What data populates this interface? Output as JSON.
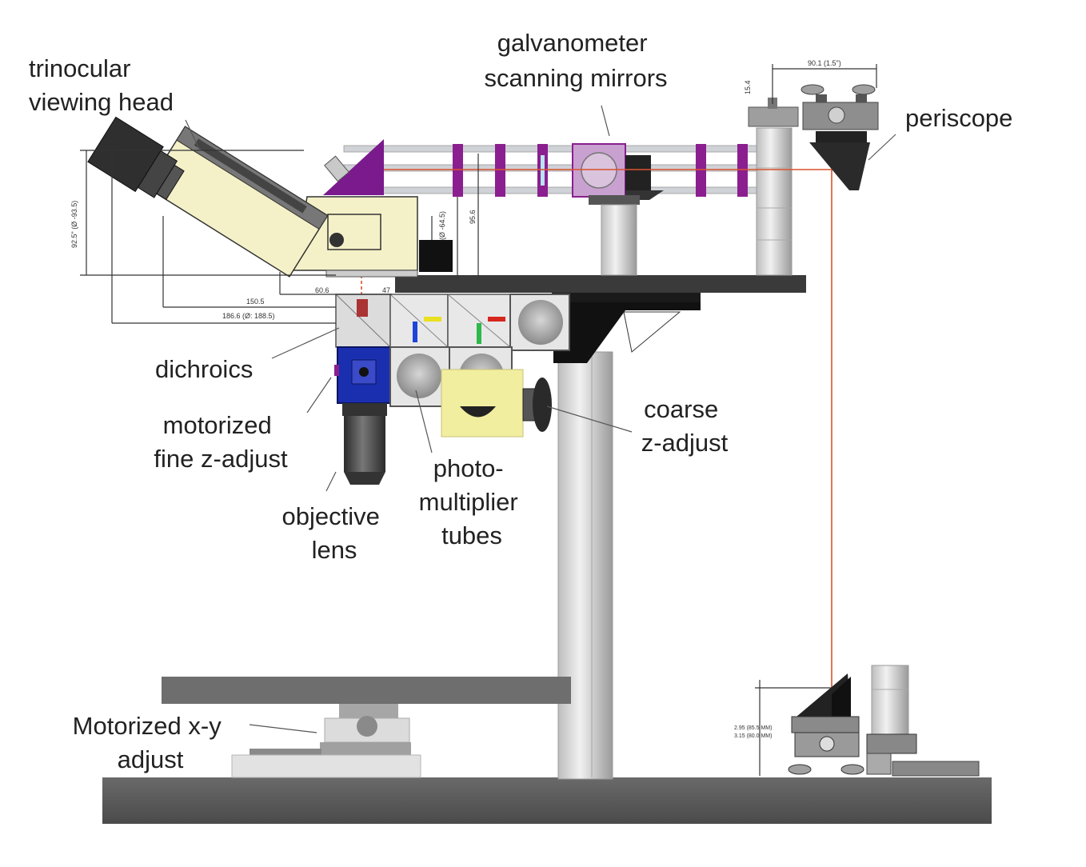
{
  "labels": {
    "trinocular": [
      "trinocular",
      "viewing head"
    ],
    "galvo": [
      "galvanometer",
      "scanning mirrors"
    ],
    "periscope": [
      "periscope"
    ],
    "dichroics": [
      "dichroics"
    ],
    "fine_z": [
      "motorized",
      "fine z-adjust"
    ],
    "objective": [
      "objective",
      "lens"
    ],
    "pmt": [
      "photo-",
      "multiplier",
      "tubes"
    ],
    "coarse_z": [
      "coarse",
      "z-adjust"
    ],
    "xy": [
      "Motorized x-y",
      "adjust"
    ]
  },
  "dimensions": {
    "vertical_left": "92.5\" (Ø -93.5)",
    "d_60": "60.6",
    "d_47": "47",
    "d_150": "150.5",
    "d_186": "186.6 (Ø: 188.5)",
    "v_64": "(Ø -64.5)",
    "v_95": "95.6",
    "top_width": "90.1 (1.5\")",
    "top_small": "15.4",
    "bottom_dim_1": "2.95 (85.5 MM)",
    "bottom_dim_2": "3.15 (80.0 MM)"
  },
  "colors": {
    "prism": "#7a1a8c",
    "ring": "#8b1f8f",
    "beam": "#d9532b",
    "cream": "#f4f1c8",
    "yellow_plate": "#f2eea0",
    "stage_gray": "#6e6e6e",
    "fine_z_blue": "#1a2fb0"
  }
}
